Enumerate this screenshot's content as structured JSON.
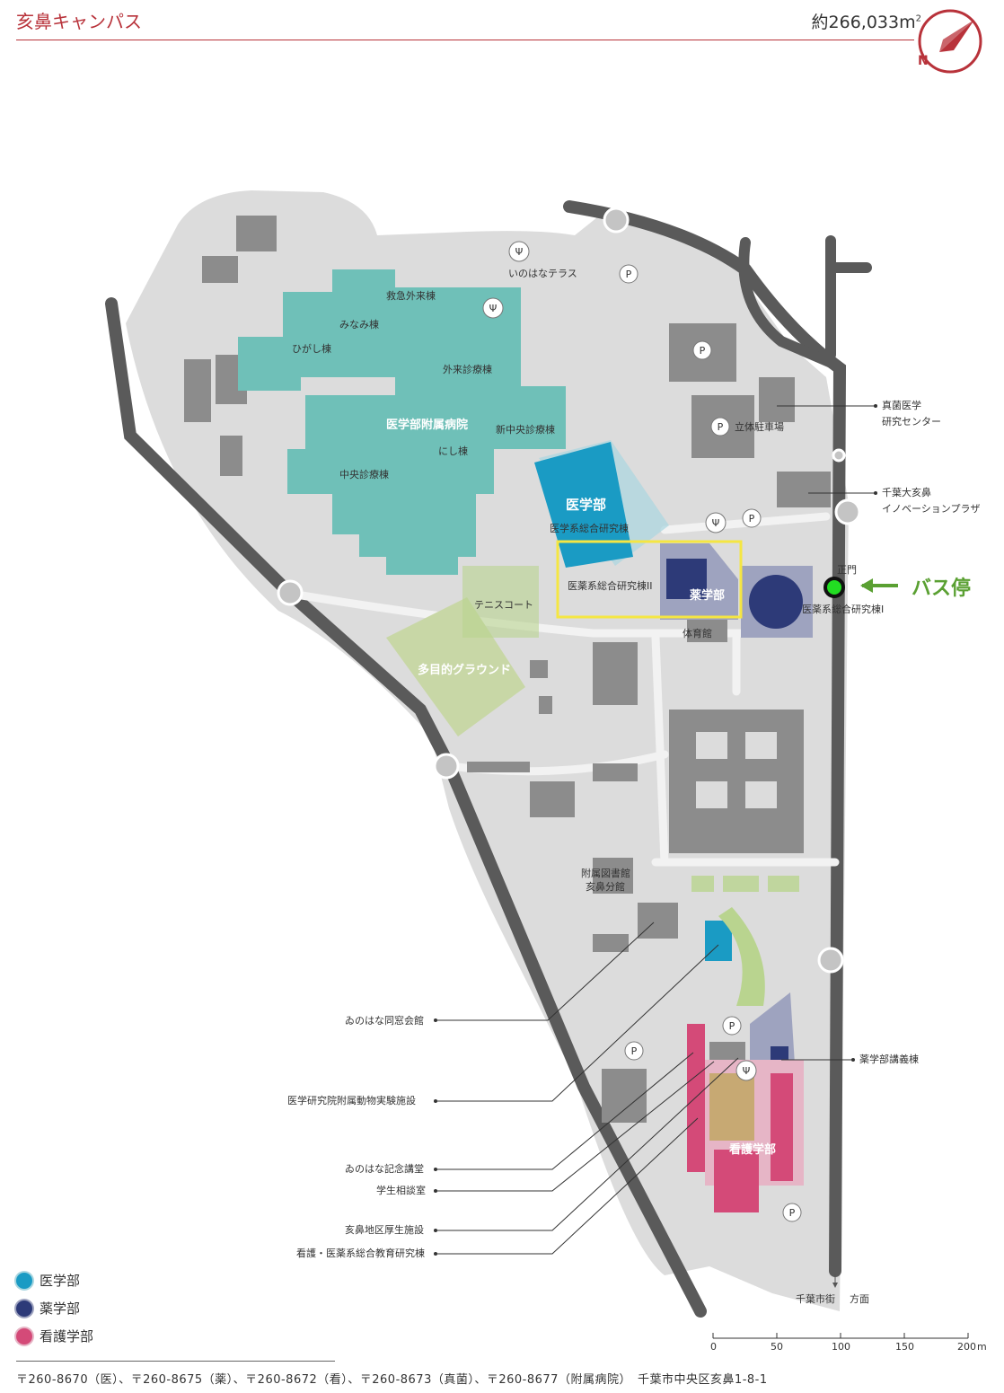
{
  "header": {
    "title": "亥鼻キャンパス",
    "area_text": "約266,033m",
    "area_unit_sup": "2",
    "compass_letter": "N"
  },
  "labels": {
    "inohana_terrace": "いのはなテラス",
    "kyukyu": "救急外来棟",
    "minami": "みなみ棟",
    "higashi": "ひがし棟",
    "gairai": "外来診療棟",
    "hospital": "医学部附属病院",
    "shin_chuo": "新中央診療棟",
    "nishi": "にし棟",
    "chuo": "中央診療棟",
    "igakubu": "医学部",
    "igakukei": "医学系総合研究棟",
    "iyakukei2": "医薬系総合研究棟II",
    "yakugakubu": "薬学部",
    "iyakukei1": "医薬系総合研究棟I",
    "seimon": "正門",
    "bus": "バス停",
    "tennis": "テニスコート",
    "ground": "多目的グラウンド",
    "taiikukan": "体育館",
    "library_1": "附属図書館",
    "library_2": "亥鼻分館",
    "rittai": "立体駐車場",
    "shinkin_1": "真菌医学",
    "shinkin_2": "研究センター",
    "innov_1": "千葉大亥鼻",
    "innov_2": "イノベーションプラザ",
    "kogi": "薬学部講義棟",
    "kango": "看護学部",
    "dousou": "ゐのはな同窓会館",
    "doubutsu": "医学研究院附属動物実験施設",
    "kinen": "ゐのはな記念講堂",
    "soudan": "学生相談室",
    "kousei": "亥鼻地区厚生施設",
    "kango_kenkyu": "看護・医薬系総合教育研究棟",
    "chiba_city": "千葉市街",
    "chiba_city_suffix": "方面",
    "parking": "P"
  },
  "scale": {
    "ticks": [
      "0",
      "50",
      "100",
      "150",
      "200"
    ],
    "unit": "m"
  },
  "legend": [
    {
      "label": "医学部",
      "color": "#1a9bc4"
    },
    {
      "label": "薬学部",
      "color": "#2d3a78"
    },
    {
      "label": "看護学部",
      "color": "#d44a78"
    }
  ],
  "colors": {
    "road": "#5a5a5a",
    "campus": "#dcdcdc",
    "building": "#888888",
    "hospital": "#6fc0b8",
    "medicine": "#1a9bc4",
    "pharmacy": "#2d3a78",
    "nursing": "#d44a78",
    "highlight": "#f5e642",
    "bus_dot": "#22dd22"
  },
  "footer": {
    "address": "〒260-8670（医）、〒260-8675（薬）、〒260-8672（看）、〒260-8673（真菌）、〒260-8677（附属病院）　千葉市中央区亥鼻1-8-1"
  }
}
